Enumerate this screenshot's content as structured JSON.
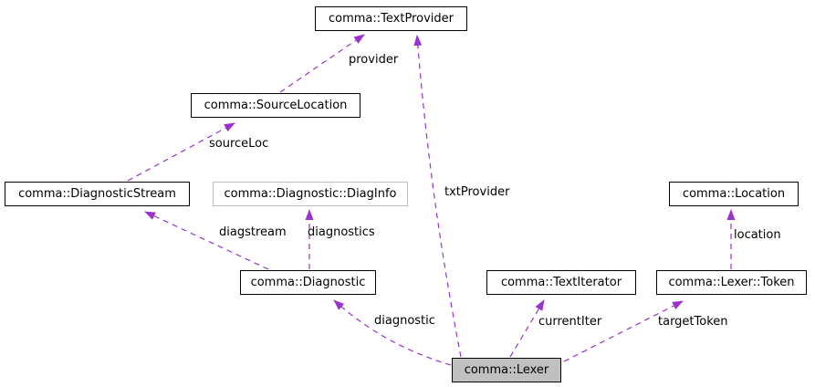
{
  "diagram": {
    "kind": "collaboration-diagram",
    "background_color": "#ffffff",
    "edge_color": "#9a32cd",
    "node_border_color": "#000000",
    "internal_node_border_color": "#bdbdbd",
    "current_node_fill": "#c0c0c0",
    "nodes": [
      {
        "id": "textprovider",
        "label": "comma::TextProvider"
      },
      {
        "id": "sourcelocation",
        "label": "comma::SourceLocation"
      },
      {
        "id": "diagnosticstream",
        "label": "comma::DiagnosticStream"
      },
      {
        "id": "diaginfo",
        "label": "comma::Diagnostic::DiagInfo"
      },
      {
        "id": "location",
        "label": "comma::Location"
      },
      {
        "id": "diagnostic",
        "label": "comma::Diagnostic"
      },
      {
        "id": "textiterator",
        "label": "comma::TextIterator"
      },
      {
        "id": "lexertoken",
        "label": "comma::Lexer::Token"
      },
      {
        "id": "lexer",
        "label": "comma::Lexer"
      }
    ],
    "edges": [
      {
        "label": "provider",
        "from": "comma::SourceLocation",
        "to": "comma::TextProvider"
      },
      {
        "label": "sourceLoc",
        "from": "comma::DiagnosticStream",
        "to": "comma::SourceLocation"
      },
      {
        "label": "txtProvider",
        "from": "comma::Lexer",
        "to": "comma::TextProvider"
      },
      {
        "label": "diagstream",
        "from": "comma::Diagnostic",
        "to": "comma::DiagnosticStream"
      },
      {
        "label": "diagnostics",
        "from": "comma::Diagnostic",
        "to": "comma::Diagnostic::DiagInfo"
      },
      {
        "label": "location",
        "from": "comma::Lexer::Token",
        "to": "comma::Location"
      },
      {
        "label": "diagnostic",
        "from": "comma::Lexer",
        "to": "comma::Diagnostic"
      },
      {
        "label": "currentIter",
        "from": "comma::Lexer",
        "to": "comma::TextIterator"
      },
      {
        "label": "targetToken",
        "from": "comma::Lexer",
        "to": "comma::Lexer::Token"
      }
    ]
  }
}
